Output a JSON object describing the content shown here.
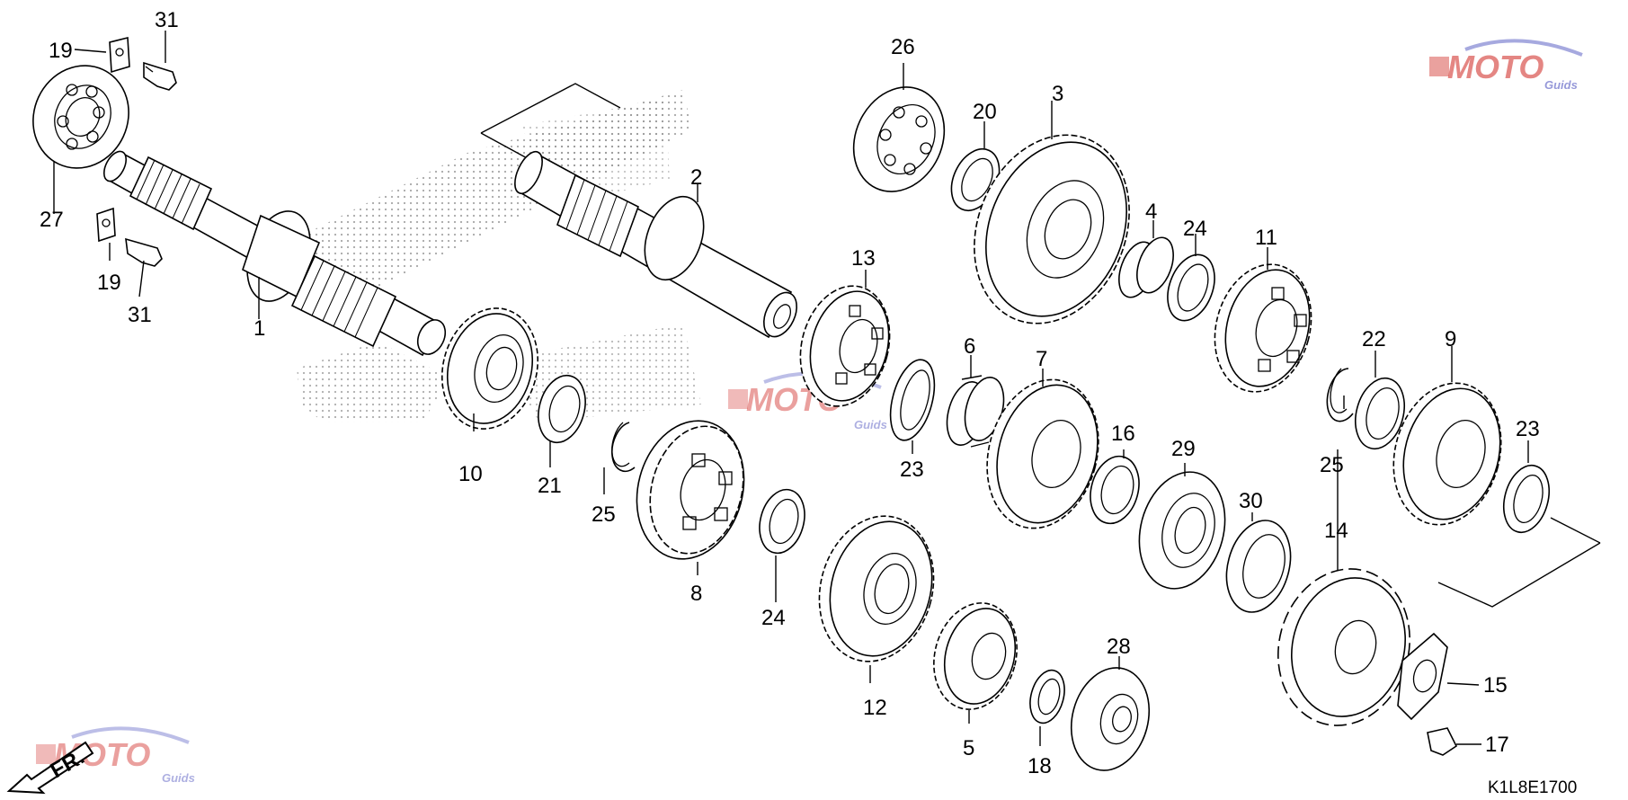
{
  "diagram": {
    "code": "K1L8E1700",
    "front_marker": "FR.",
    "watermark": {
      "text": "MOTO",
      "sub": "Guids"
    },
    "callouts": [
      "1",
      "2",
      "3",
      "4",
      "5",
      "6",
      "7",
      "8",
      "9",
      "10",
      "11",
      "12",
      "13",
      "14",
      "15",
      "16",
      "17",
      "18",
      "19",
      "20",
      "21",
      "22",
      "23",
      "24",
      "25",
      "26",
      "27",
      "28",
      "29",
      "30",
      "31"
    ]
  },
  "colors": {
    "line": "#000000",
    "stipple": "#9a9a9a",
    "watermark_red": "#d9534f",
    "watermark_blue": "#6b6fc9"
  }
}
